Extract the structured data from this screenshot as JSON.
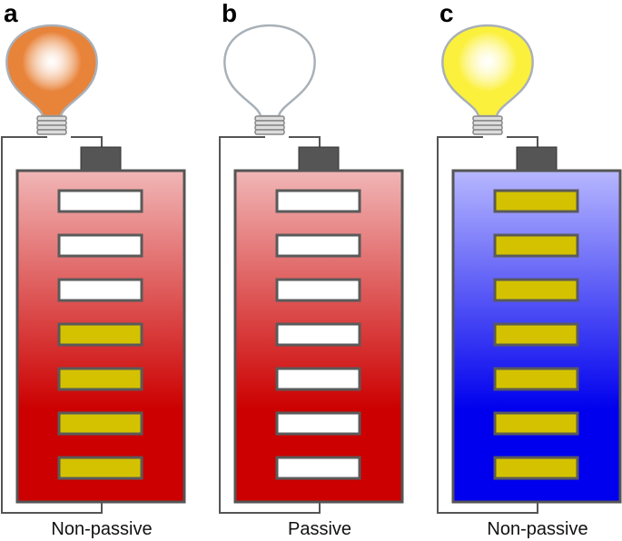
{
  "panels": [
    {
      "letter": "a",
      "caption": "Non-passive",
      "battery_colors": {
        "top": "#f1b6b6",
        "bottom": "#cc0000"
      },
      "bulb_color": "#e8833a",
      "cells": [
        "empty",
        "empty",
        "empty",
        "charged",
        "charged",
        "charged",
        "charged"
      ]
    },
    {
      "letter": "b",
      "caption": "Passive",
      "battery_colors": {
        "top": "#f1b6b6",
        "bottom": "#cc0000"
      },
      "bulb_color": "#ffffff",
      "cells": [
        "empty",
        "empty",
        "empty",
        "empty",
        "empty",
        "empty",
        "empty"
      ]
    },
    {
      "letter": "c",
      "caption": "Non-passive",
      "battery_colors": {
        "top": "#b7b7ff",
        "bottom": "#0000ee"
      },
      "bulb_color": "#fbf03c",
      "cells": [
        "charged",
        "charged",
        "charged",
        "charged",
        "charged",
        "charged",
        "charged"
      ]
    }
  ],
  "colors": {
    "cell_charged": "#d4c200",
    "cell_empty": "#ffffff"
  }
}
